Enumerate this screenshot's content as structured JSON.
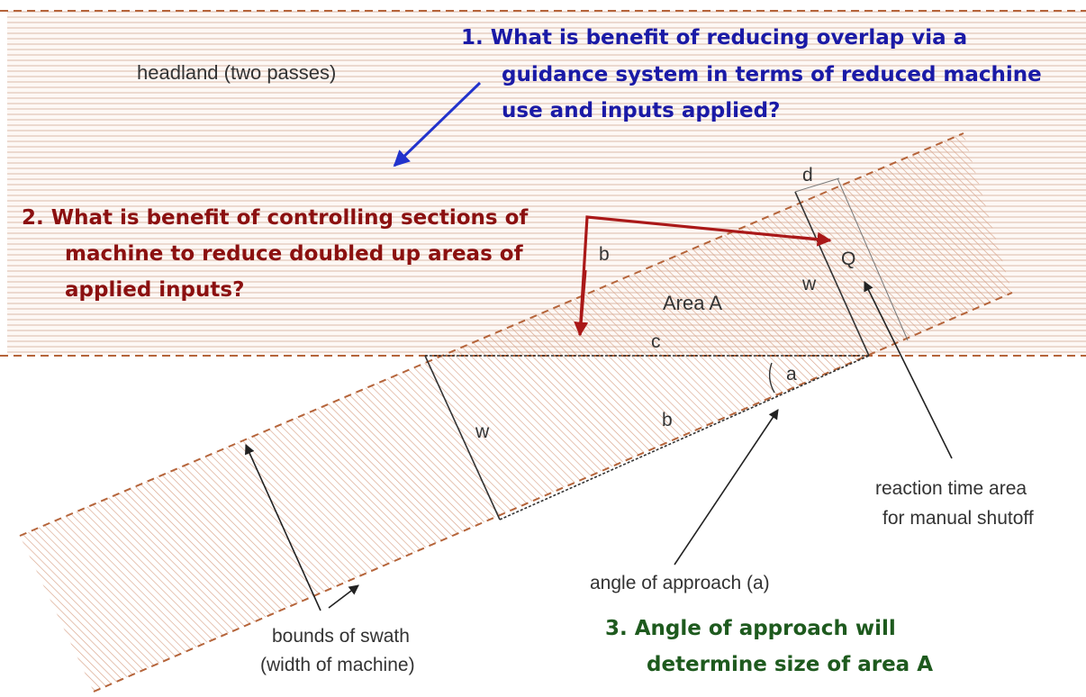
{
  "labels": {
    "headland": "headland (two passes)",
    "area_a": "Area A",
    "b_upper": "b",
    "c": "c",
    "d": "d",
    "q": "Q",
    "w_right": "w",
    "w_left": "w",
    "a": "a",
    "b_lower": "b",
    "reaction_line1": "reaction time area",
    "reaction_line2": "for manual shutoff",
    "angle_approach": "angle of approach (a)",
    "bounds_line1": "bounds of swath",
    "bounds_line2": "(width of machine)"
  },
  "questions": {
    "q1": [
      "1. What is benefit of reducing overlap via a",
      "guidance system in terms of reduced machine",
      "use and inputs applied?"
    ],
    "q2": [
      "2. What is benefit of controlling sections of",
      "machine to reduce doubled up areas of",
      "applied inputs?"
    ],
    "q3": [
      "3. Angle of approach will",
      "determine size of area A"
    ]
  },
  "colors": {
    "q1": "#1a1aa6",
    "q2": "#8b1010",
    "q3": "#1e5a1e",
    "boundary": "#b5643a",
    "hatch": "#d9a58b",
    "blue_arrow": "#2233cc",
    "red_arrow": "#aa1818"
  }
}
